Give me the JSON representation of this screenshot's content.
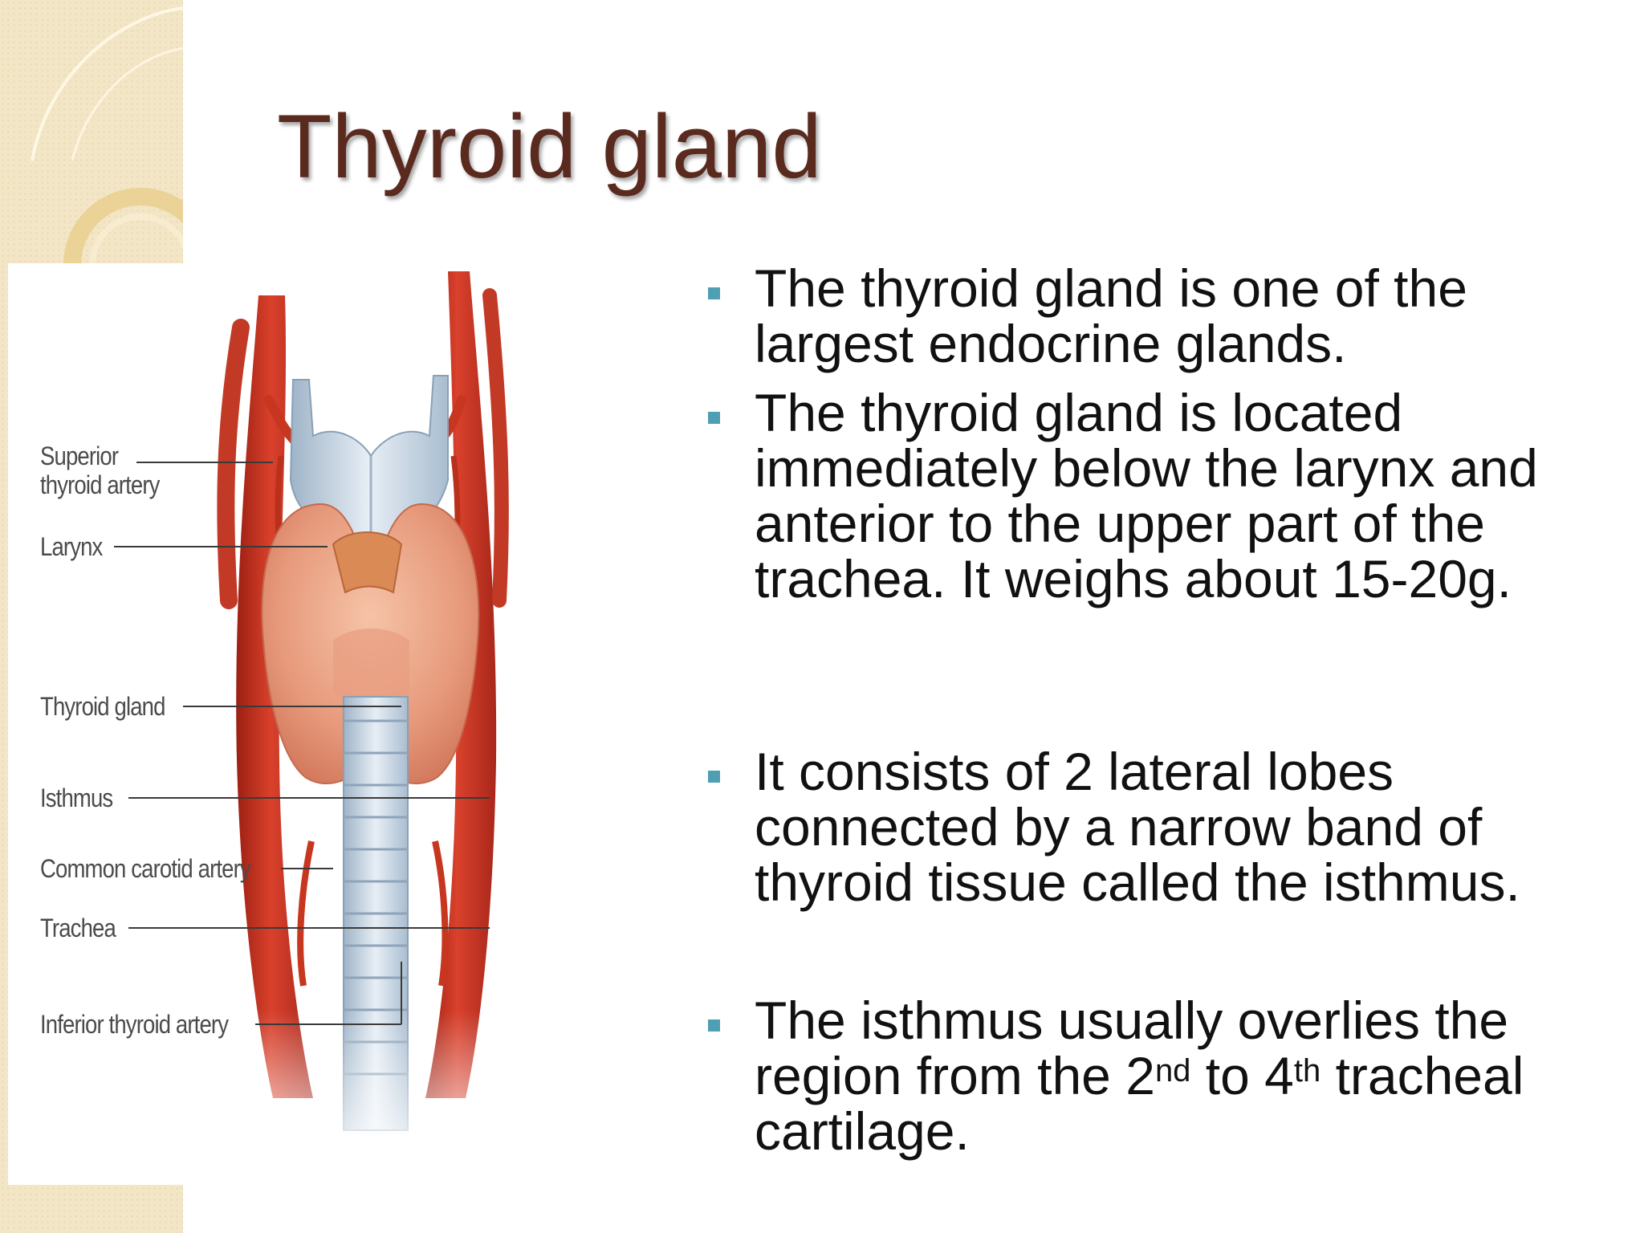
{
  "slide": {
    "title": "Thyroid gland",
    "accent_color": "#4f9fb2",
    "title_color": "#5a2a1e",
    "bullet_marker_icon": "square-bullet-icon"
  },
  "figure": {
    "labels": {
      "superior_thyroid_artery_line1": "Superior",
      "superior_thyroid_artery_line2": "thyroid artery",
      "larynx": "Larynx",
      "thyroid_gland": "Thyroid gland",
      "isthmus": "Isthmus",
      "common_carotid_artery": "Common carotid artery",
      "trachea": "Trachea",
      "inferior_thyroid_artery": "Inferior thyroid artery"
    }
  },
  "bullets": {
    "b1": "The thyroid gland is one of the largest endocrine glands.",
    "b2": "The thyroid gland is located immediately below the larynx and anterior to the upper part of the trachea. It weighs about 15-20g.",
    "b3": "It consists of 2 lateral lobes connected by a narrow band of thyroid tissue called the isthmus.",
    "b4": {
      "part1": "The isthmus usually overlies the region  from the 2",
      "sup1": "nd",
      "part2": " to 4",
      "sup2": "th",
      "part3": " tracheal cartilage."
    }
  }
}
